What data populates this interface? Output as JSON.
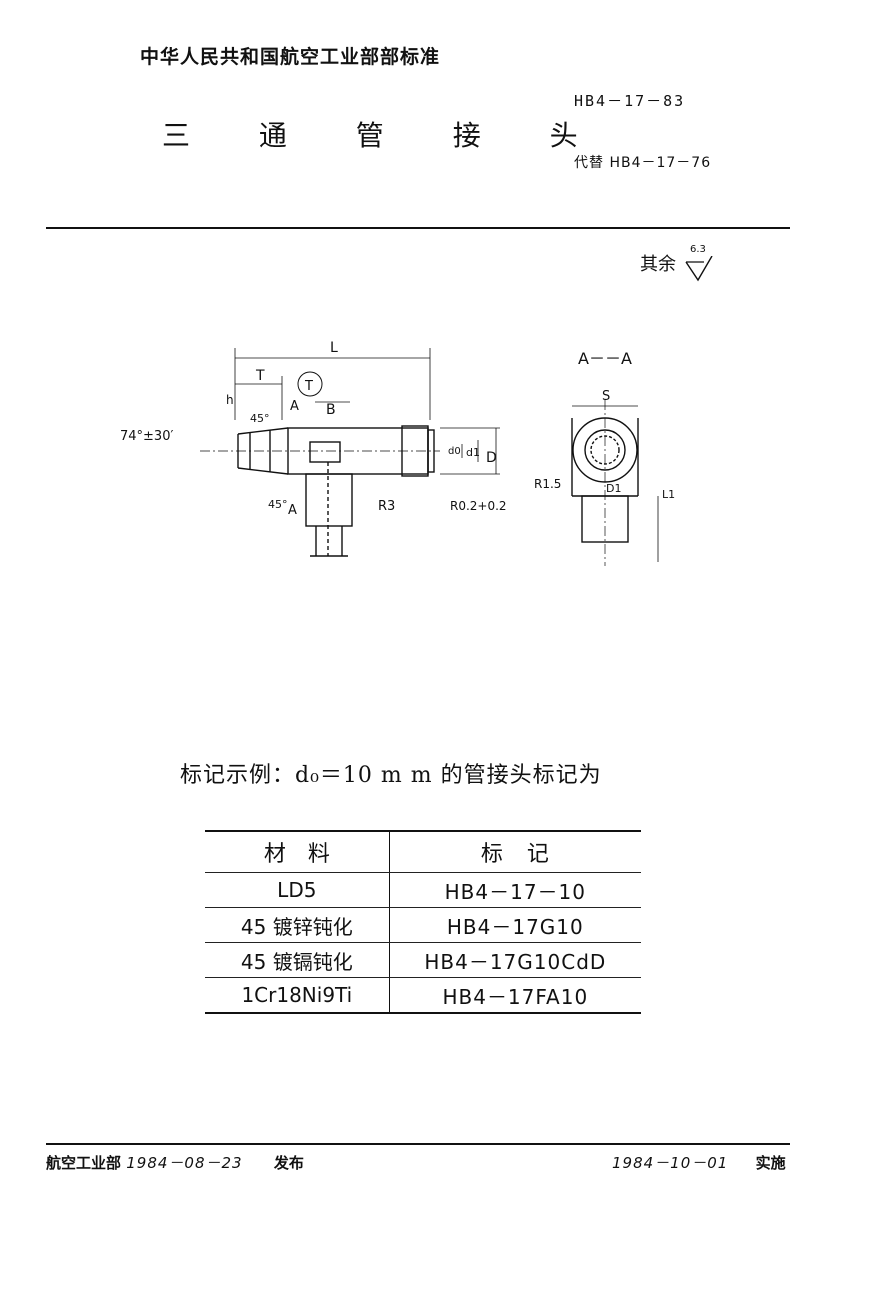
{
  "header": {
    "org": "中华人民共和国航空工业部部标准",
    "title": "三 通 管 接 头",
    "standard_no": "HB4－17－83",
    "replaces": "代替 HB4－17－76"
  },
  "roughness": {
    "label": "其余",
    "value": "6.3"
  },
  "drawing": {
    "dim_L": "L",
    "dim_T": "T",
    "dim_h": "h",
    "dim_B": "B",
    "dim_D": "D",
    "dim_d1": "d1",
    "dim_d0": "d0",
    "angle_74": "74°±30′",
    "angle_45a": "45°",
    "angle_45b": "45°",
    "label_A_top": "A",
    "label_A_bottom": "A",
    "label_T_circle": "T",
    "r3": "R3",
    "r02": "R0.2+0.2",
    "section_title": "A－－A",
    "dim_S": "S",
    "r15": "R1.5",
    "dim_D1": "D1",
    "dim_L1": "L1"
  },
  "example": {
    "text": "标记示例：d₀＝10 m m 的管接头标记为"
  },
  "marks_table": {
    "headers": [
      "材　料",
      "标　记"
    ],
    "rows": [
      [
        "LD5",
        "HB4－17－10"
      ],
      [
        "45 镀锌钝化",
        "HB4－17G10"
      ],
      [
        "45 镀镉钝化",
        "HB4－17G10CdD"
      ],
      [
        "1Cr18Ni9Ti",
        "HB4－17FA10"
      ]
    ]
  },
  "footer": {
    "left_org": "航空工业部",
    "left_date": "1984－08－23",
    "left_action": "发布",
    "right_date": "1984－10－01",
    "right_action": "实施"
  }
}
